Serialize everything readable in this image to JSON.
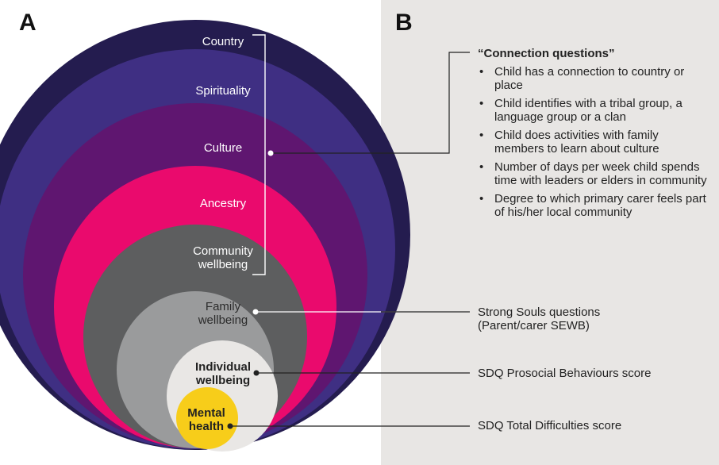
{
  "panels": {
    "a": "A",
    "b": "B"
  },
  "layers": [
    {
      "id": "country",
      "label": "Country",
      "color": "#241c4f"
    },
    {
      "id": "spirituality",
      "label": "Spirituality",
      "color": "#3f2f83"
    },
    {
      "id": "culture",
      "label": "Culture",
      "color": "#5f1670"
    },
    {
      "id": "ancestry",
      "label": "Ancestry",
      "color": "#ea0a6d"
    },
    {
      "id": "community",
      "label": "Community\nwellbeing",
      "color": "#5d5e5f"
    },
    {
      "id": "family",
      "label": "Family\nwellbeing",
      "color": "#9a9b9c"
    },
    {
      "id": "individual",
      "label": "Individual\nwellbeing",
      "color": "#e9e7e5"
    },
    {
      "id": "mental",
      "label": "Mental\nhealth",
      "color": "#f7cd1a"
    }
  ],
  "connection": {
    "title": "“Connection questions”",
    "items": [
      "Child has a connection to country or place",
      "Child identifies with a tribal group, a language group or a clan",
      "Child does activities with family members to learn about culture",
      "Number of days per week child spends time with leaders or elders in community",
      "Degree to which primary carer feels part of his/her local community"
    ]
  },
  "measures": {
    "family": "Strong Souls questions\n(Parent/carer SEWB)",
    "individual": "SDQ Prosocial Behaviours score",
    "mental": "SDQ Total Difficulties score"
  }
}
